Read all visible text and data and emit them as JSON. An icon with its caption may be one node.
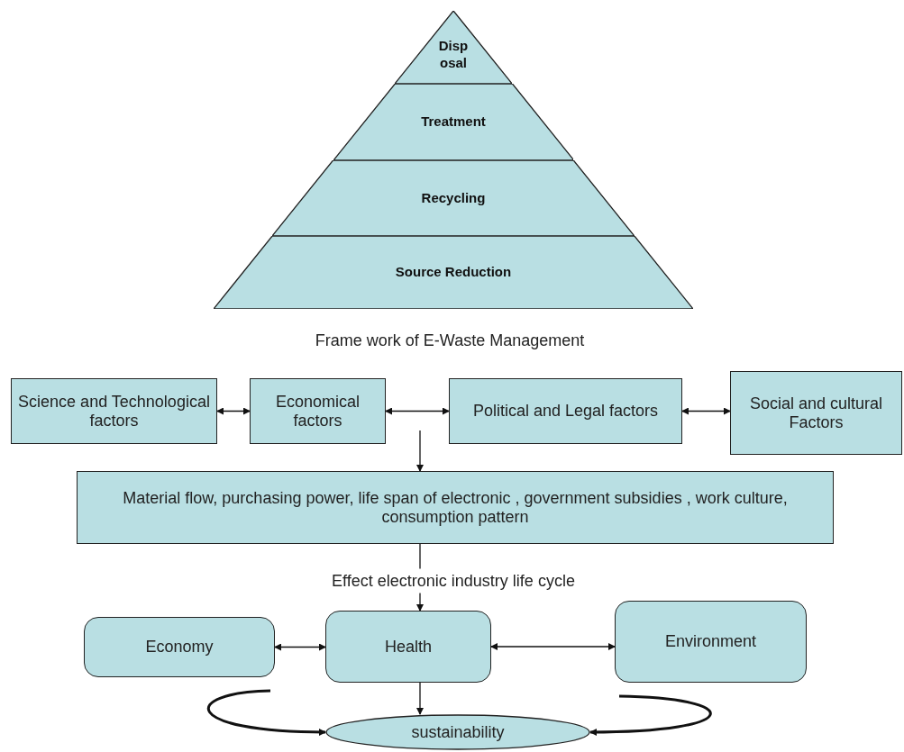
{
  "diagram": {
    "caption": "Frame work of E-Waste Management",
    "nodes": [
      {
        "text": [
          "Disp osal"
        ]
      },
      {
        "text": [
          "Treatment"
        ]
      },
      {
        "text": [
          "Recycling"
        ]
      },
      {
        "text": [
          "Source Reduction"
        ]
      },
      {
        "text": [
          "Science and Technological factors"
        ]
      },
      {
        "text": [
          "Economical factors"
        ]
      },
      {
        "text": [
          "Political and Legal factors"
        ]
      },
      {
        "text": [
          "Social and cultural Factors"
        ]
      },
      {
        "text": [
          "Material flow, purchasing power, life span of electronic , government subsidies , work culture, consumption pattern"
        ]
      },
      {
        "text": [
          "Economy"
        ]
      },
      {
        "text": [
          "Health"
        ]
      },
      {
        "text": [
          "Environment"
        ]
      },
      {
        "text": [
          "sustainability"
        ]
      }
    ],
    "edges": [
      {
        "from": 4,
        "to": 5,
        "arrow": "both"
      },
      {
        "from": 5,
        "to": 6,
        "arrow": "both"
      },
      {
        "from": 6,
        "to": 7,
        "arrow": "both"
      },
      {
        "from": null,
        "to": 8,
        "arrow": "to"
      },
      {
        "from": 8,
        "to": 10,
        "arrow": "to",
        "label": "Effect electronic industry life cycle"
      },
      {
        "from": 9,
        "to": 10,
        "arrow": "both"
      },
      {
        "from": 10,
        "to": 11,
        "arrow": "both"
      },
      {
        "from": 10,
        "to": 12,
        "arrow": "to"
      },
      {
        "from": 9,
        "to": 12,
        "arrow": "to",
        "style": "thick"
      },
      {
        "from": 11,
        "to": 12,
        "arrow": "to",
        "style": "thick"
      }
    ]
  }
}
